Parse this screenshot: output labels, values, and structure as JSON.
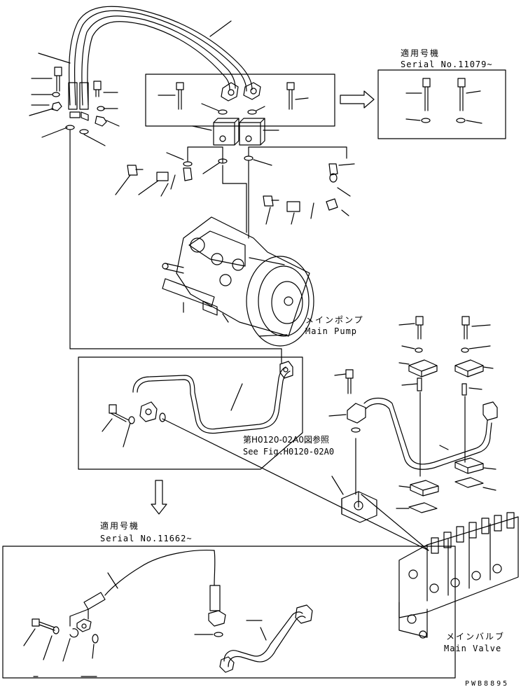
{
  "top_right_inset": {
    "applicable_jp": "適用号機",
    "serial": "Serial No.11079~"
  },
  "bottom_inset": {
    "applicable_jp": "適用号機",
    "serial": "Serial No.11662~"
  },
  "main_pump": {
    "label_jp": "メインポンプ",
    "label_en": "Main Pump"
  },
  "main_valve": {
    "label_jp": "メインバルブ",
    "label_en": "Main Valve"
  },
  "reference": {
    "label_jp": "第H0120-02A0図参照",
    "label_en": "See Fig.H0120-02A0"
  },
  "drawing_code": "PWB8895",
  "colors": {
    "line": "#000000",
    "background": "#ffffff"
  }
}
